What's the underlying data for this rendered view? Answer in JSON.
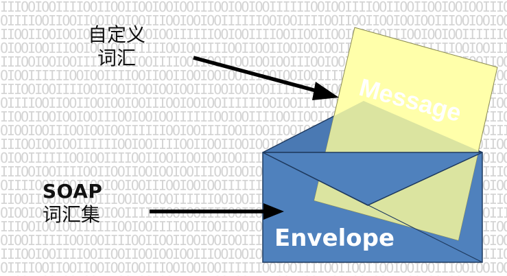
{
  "labels": {
    "custom_vocab_line1": "自定义",
    "custom_vocab_line2": "词汇",
    "soap_line1": "SOAP",
    "soap_line2": "词汇集",
    "message": "Message",
    "envelope": "Envelope"
  },
  "background": {
    "pattern_text": "IIIOOIOOIIIIOOIIOOIIOOIOOIOOIIIOOIOOIOOIII",
    "pattern_color": "#d4d4d4"
  },
  "colors": {
    "envelope_fill": "#4f81bd",
    "envelope_flap_fill": "#4a79b3",
    "envelope_stroke": "#1f3a5f",
    "message_fill": "#ffffaa",
    "message_overlap_fill": "#dbe4a0",
    "arrow": "#000000",
    "label_text": "#111111",
    "envelope_text": "#ffffff"
  }
}
